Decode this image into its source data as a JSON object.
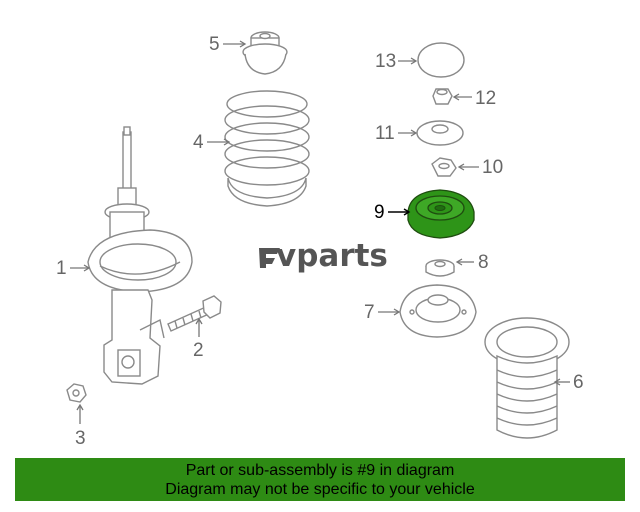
{
  "diagram": {
    "highlight_color": "#2e9418",
    "logo_text": "vparts",
    "callouts": [
      "1",
      "2",
      "3",
      "4",
      "5",
      "6",
      "7",
      "8",
      "9",
      "10",
      "11",
      "12",
      "13"
    ],
    "highlighted": "9"
  },
  "banner": {
    "line1": "Part or sub-assembly is #9 in diagram",
    "line2": "Diagram may not be specific to your vehicle",
    "color": "#2e8b14"
  }
}
